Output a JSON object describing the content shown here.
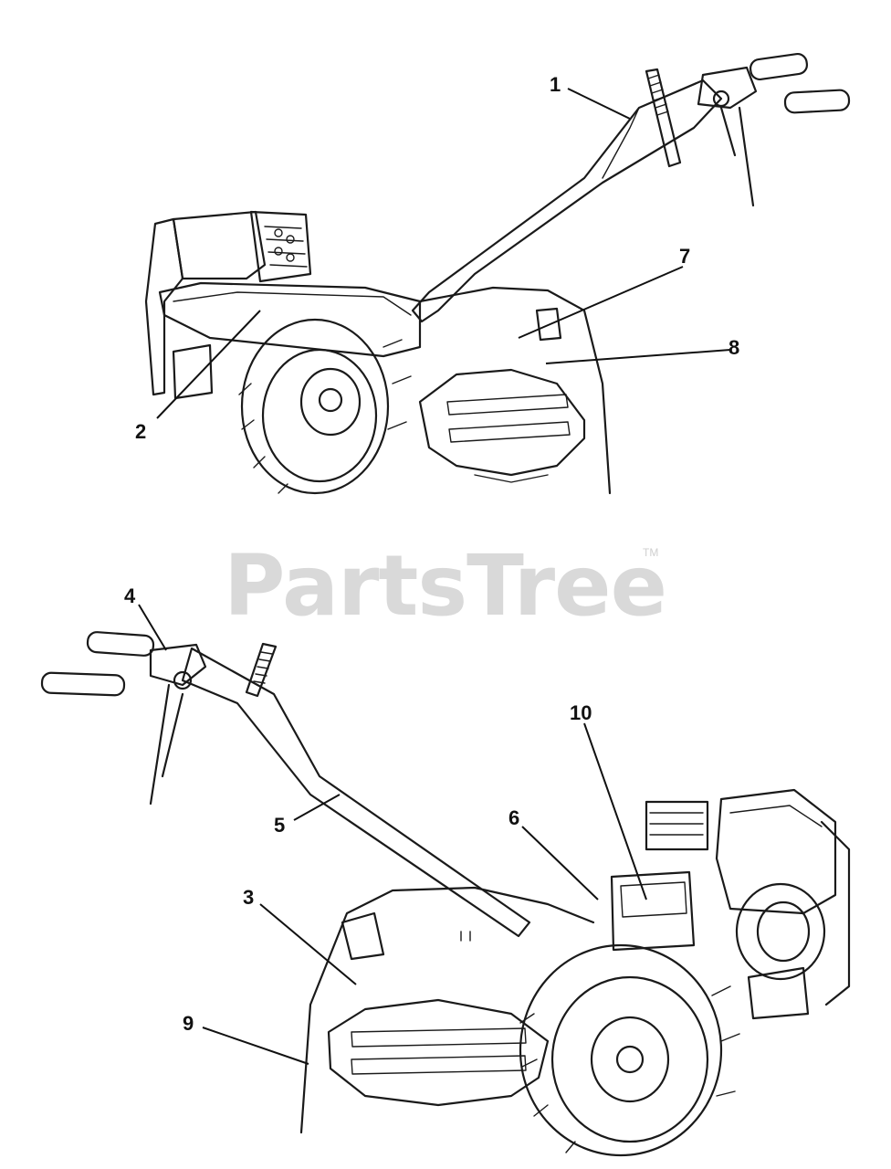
{
  "watermark": {
    "text": "PartsTree",
    "trademark": "TM"
  },
  "callouts": [
    "1",
    "2",
    "3",
    "4",
    "5",
    "6",
    "7",
    "8",
    "9",
    "10"
  ]
}
